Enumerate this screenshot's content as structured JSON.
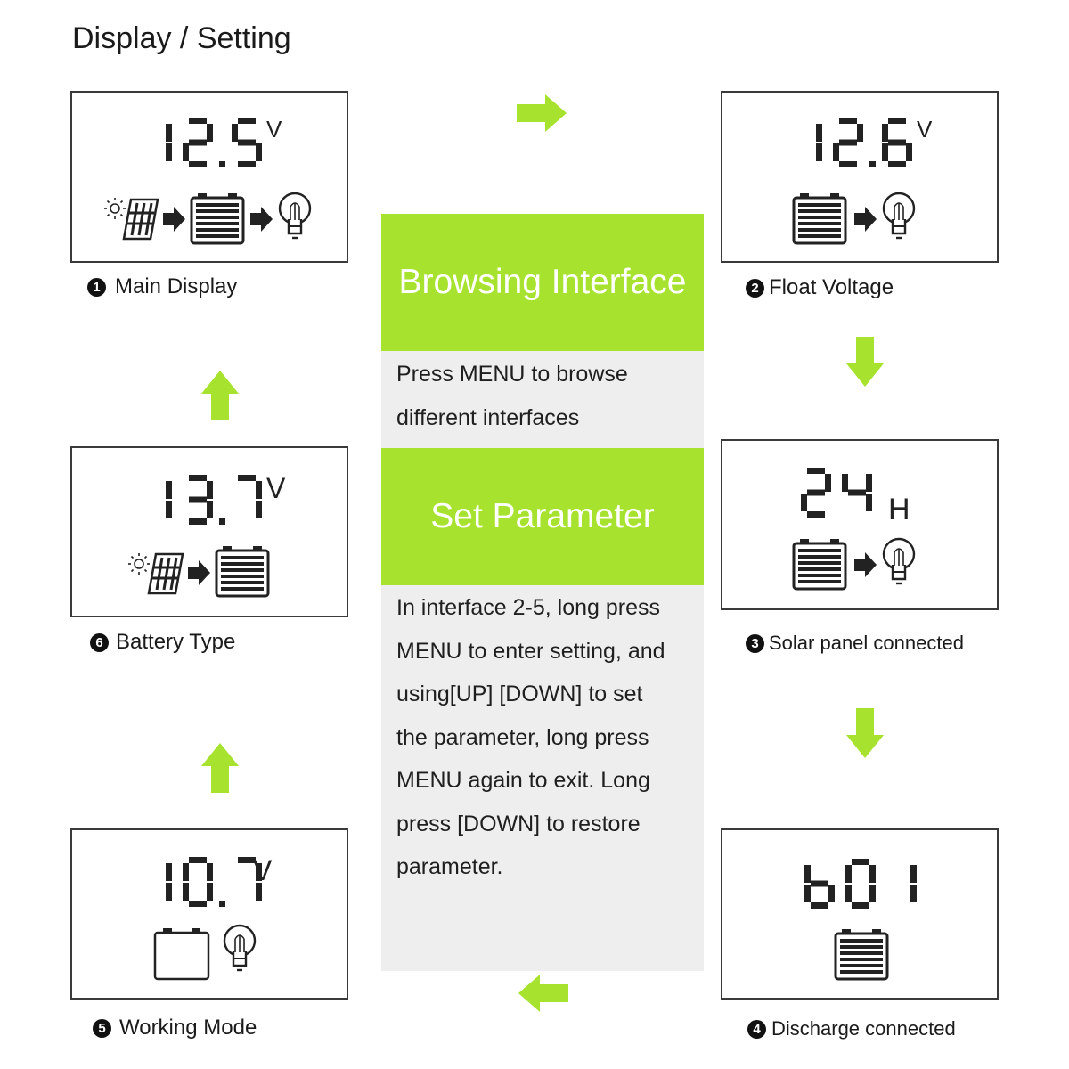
{
  "title": "Display / Setting",
  "colors": {
    "accent": "#a6e22e",
    "segment": "#222222",
    "center_bg": "#eeeeee"
  },
  "center": {
    "browse_heading": "Browsing Interface",
    "browse_lines": [
      "Press MENU  to browse",
      "different  interfaces"
    ],
    "set_heading": "Set Parameter",
    "set_lines": [
      "In interface  2-5,  long press",
      "MENU to enter setting, and",
      "using[UP] [DOWN] to set",
      "the parameter,  long press",
      "MENU again to exit. Long",
      "press [DOWN] to restore",
      "parameter."
    ]
  },
  "screens": [
    {
      "id": "main-display",
      "number": "1",
      "label": "Main Display",
      "reading": "12.5",
      "unit": "V",
      "icons": [
        "sun-icon",
        "solar-panel-icon",
        "arrow-icon",
        "battery-icon",
        "arrow-icon",
        "bulb-icon"
      ]
    },
    {
      "id": "float-voltage",
      "number": "2",
      "label": "Float Voltage",
      "reading": "12.6",
      "unit": "V",
      "icons": [
        "battery-icon",
        "arrow-icon",
        "bulb-icon"
      ]
    },
    {
      "id": "solar-panel-connected",
      "number": "3",
      "label": "Solar panel connected",
      "reading": "24",
      "unit": "H",
      "icons": [
        "battery-icon",
        "arrow-icon",
        "bulb-icon"
      ]
    },
    {
      "id": "discharge-connected",
      "number": "4",
      "label": "Discharge connected",
      "reading": "b01",
      "unit": "",
      "icons": [
        "battery-icon"
      ]
    },
    {
      "id": "working-mode",
      "number": "5",
      "label": "Working Mode",
      "reading": "10.7",
      "unit": "V",
      "icons": [
        "empty-battery-icon",
        "bulb-icon"
      ]
    },
    {
      "id": "battery-type",
      "number": "6",
      "label": "Battery Type",
      "reading": "13.7",
      "unit": "V",
      "icons": [
        "sun-icon",
        "solar-panel-icon",
        "arrow-icon",
        "battery-icon"
      ]
    }
  ]
}
